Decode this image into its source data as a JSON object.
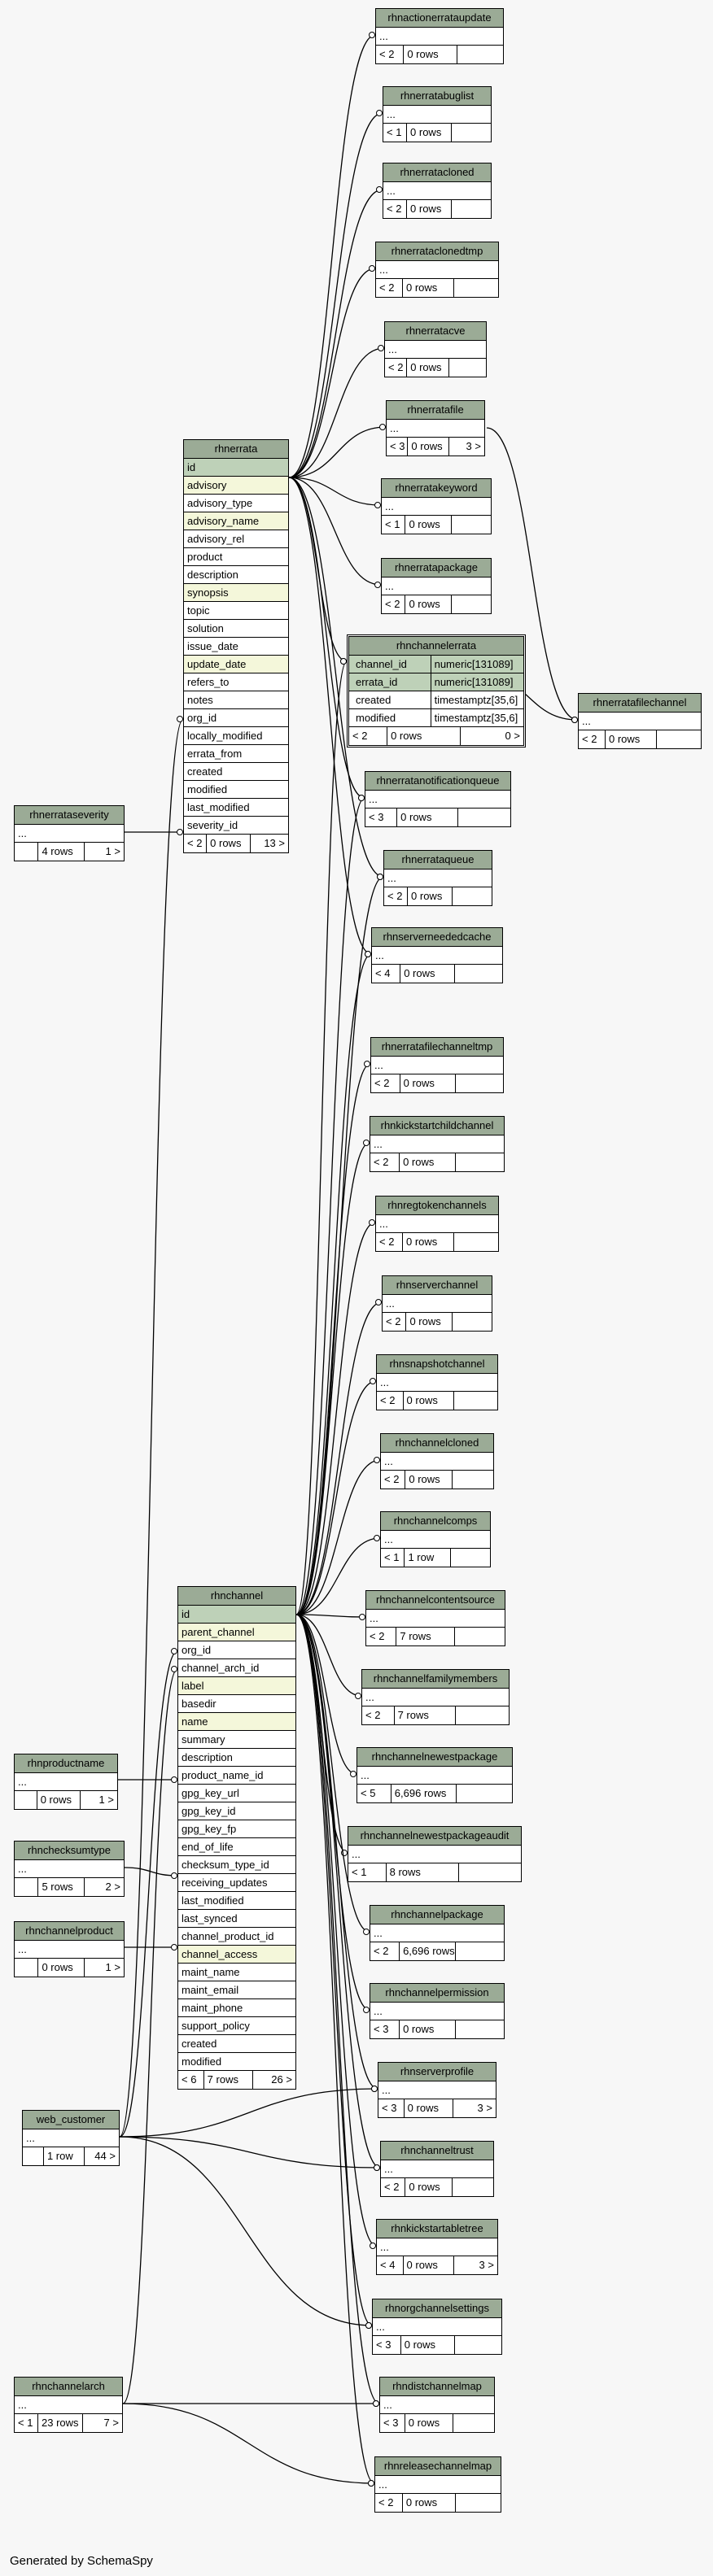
{
  "footer": {
    "generated_by": "Generated by SchemaSpy"
  },
  "tables": {
    "rhnactionerrataupdate": {
      "name": "rhnactionerrataupdate",
      "cols": [
        "..."
      ],
      "stats": [
        "< 2",
        "0 rows",
        ""
      ]
    },
    "rhnerratabuglist": {
      "name": "rhnerratabuglist",
      "cols": [
        "..."
      ],
      "stats": [
        "< 1",
        "0 rows",
        ""
      ]
    },
    "rhnerratacloned": {
      "name": "rhnerratacloned",
      "cols": [
        "..."
      ],
      "stats": [
        "< 2",
        "0 rows",
        ""
      ]
    },
    "rhnerrataclonedtmp": {
      "name": "rhnerrataclonedtmp",
      "cols": [
        "..."
      ],
      "stats": [
        "< 2",
        "0 rows",
        ""
      ]
    },
    "rhnerratacve": {
      "name": "rhnerratacve",
      "cols": [
        "..."
      ],
      "stats": [
        "< 2",
        "0 rows",
        ""
      ]
    },
    "rhnerratafile": {
      "name": "rhnerratafile",
      "cols": [
        "..."
      ],
      "stats": [
        "< 3",
        "0 rows",
        "3 >"
      ]
    },
    "rhnerratakeyword": {
      "name": "rhnerratakeyword",
      "cols": [
        "..."
      ],
      "stats": [
        "< 1",
        "0 rows",
        ""
      ]
    },
    "rhnerratapackage": {
      "name": "rhnerratapackage",
      "cols": [
        "..."
      ],
      "stats": [
        "< 2",
        "0 rows",
        ""
      ]
    },
    "rhnchannelerrata": {
      "name": "rhnchannelerrata",
      "cols": [
        [
          "channel_id",
          "numeric[131089]"
        ],
        [
          "errata_id",
          "numeric[131089]"
        ],
        [
          "created",
          "timestamptz[35,6]"
        ],
        [
          "modified",
          "timestamptz[35,6]"
        ]
      ],
      "stats": [
        "< 2",
        "0 rows",
        "0 >"
      ]
    },
    "rhnerratafilechannel": {
      "name": "rhnerratafilechannel",
      "cols": [
        "..."
      ],
      "stats": [
        "< 2",
        "0 rows",
        ""
      ]
    },
    "rhnerratanotificationqueue": {
      "name": "rhnerratanotificationqueue",
      "cols": [
        "..."
      ],
      "stats": [
        "< 3",
        "0 rows",
        ""
      ]
    },
    "rhnerrataqueue": {
      "name": "rhnerrataqueue",
      "cols": [
        "..."
      ],
      "stats": [
        "< 2",
        "0 rows",
        ""
      ]
    },
    "rhnserverneededcache": {
      "name": "rhnserverneededcache",
      "cols": [
        "..."
      ],
      "stats": [
        "< 4",
        "0 rows",
        ""
      ]
    },
    "rhnerratafilechanneltmp": {
      "name": "rhnerratafilechanneltmp",
      "cols": [
        "..."
      ],
      "stats": [
        "< 2",
        "0 rows",
        ""
      ]
    },
    "rhnkickstartchildchannel": {
      "name": "rhnkickstartchildchannel",
      "cols": [
        "..."
      ],
      "stats": [
        "< 2",
        "0 rows",
        ""
      ]
    },
    "rhnregtokenchannels": {
      "name": "rhnregtokenchannels",
      "cols": [
        "..."
      ],
      "stats": [
        "< 2",
        "0 rows",
        ""
      ]
    },
    "rhnserverchannel": {
      "name": "rhnserverchannel",
      "cols": [
        "..."
      ],
      "stats": [
        "< 2",
        "0 rows",
        ""
      ]
    },
    "rhnsnapshotchannel": {
      "name": "rhnsnapshotchannel",
      "cols": [
        "..."
      ],
      "stats": [
        "< 2",
        "0 rows",
        ""
      ]
    },
    "rhnchannelcloned": {
      "name": "rhnchannelcloned",
      "cols": [
        "..."
      ],
      "stats": [
        "< 2",
        "0 rows",
        ""
      ]
    },
    "rhnchannelcomps": {
      "name": "rhnchannelcomps",
      "cols": [
        "..."
      ],
      "stats": [
        "< 1",
        "1 row",
        ""
      ]
    },
    "rhnchannelcontentsource": {
      "name": "rhnchannelcontentsource",
      "cols": [
        "..."
      ],
      "stats": [
        "< 2",
        "7 rows",
        ""
      ]
    },
    "rhnchannelfamilymembers": {
      "name": "rhnchannelfamilymembers",
      "cols": [
        "..."
      ],
      "stats": [
        "< 2",
        "7 rows",
        ""
      ]
    },
    "rhnchannelnewestpackage": {
      "name": "rhnchannelnewestpackage",
      "cols": [
        "..."
      ],
      "stats": [
        "< 5",
        "6,696 rows",
        ""
      ]
    },
    "rhnchannelnewestpackageaudit": {
      "name": "rhnchannelnewestpackageaudit",
      "cols": [
        "..."
      ],
      "stats": [
        "< 1",
        "8 rows",
        ""
      ]
    },
    "rhnchannelpackage": {
      "name": "rhnchannelpackage",
      "cols": [
        "..."
      ],
      "stats": [
        "< 2",
        "6,696 rows",
        ""
      ]
    },
    "rhnchannelpermission": {
      "name": "rhnchannelpermission",
      "cols": [
        "..."
      ],
      "stats": [
        "< 3",
        "0 rows",
        ""
      ]
    },
    "rhnserverprofile": {
      "name": "rhnserverprofile",
      "cols": [
        "..."
      ],
      "stats": [
        "< 3",
        "0 rows",
        "3 >"
      ]
    },
    "rhnchanneltrust": {
      "name": "rhnchanneltrust",
      "cols": [
        "..."
      ],
      "stats": [
        "< 2",
        "0 rows",
        ""
      ]
    },
    "rhnkickstartabletree": {
      "name": "rhnkickstartabletree",
      "cols": [
        "..."
      ],
      "stats": [
        "< 4",
        "0 rows",
        "3 >"
      ]
    },
    "rhnorgchannelsettings": {
      "name": "rhnorgchannelsettings",
      "cols": [
        "..."
      ],
      "stats": [
        "< 3",
        "0 rows",
        ""
      ]
    },
    "rhndistchannelmap": {
      "name": "rhndistchannelmap",
      "cols": [
        "..."
      ],
      "stats": [
        "< 3",
        "0 rows",
        ""
      ]
    },
    "rhnreleasechannelmap": {
      "name": "rhnreleasechannelmap",
      "cols": [
        "..."
      ],
      "stats": [
        "< 2",
        "0 rows",
        ""
      ]
    },
    "rhnerrataseverity": {
      "name": "rhnerrataseverity",
      "cols": [
        "..."
      ],
      "stats": [
        "",
        "4 rows",
        "1 >"
      ]
    },
    "rhnproductname": {
      "name": "rhnproductname",
      "cols": [
        "..."
      ],
      "stats": [
        "",
        "0 rows",
        "1 >"
      ]
    },
    "rhnchecksumtype": {
      "name": "rhnchecksumtype",
      "cols": [
        "..."
      ],
      "stats": [
        "",
        "5 rows",
        "2 >"
      ]
    },
    "rhnchannelproduct": {
      "name": "rhnchannelproduct",
      "cols": [
        "..."
      ],
      "stats": [
        "",
        "0 rows",
        "1 >"
      ]
    },
    "web_customer": {
      "name": "web_customer",
      "cols": [
        "..."
      ],
      "stats": [
        "",
        "1 row",
        "44 >"
      ]
    },
    "rhnchannelarch": {
      "name": "rhnchannelarch",
      "cols": [
        "..."
      ],
      "stats": [
        "< 1",
        "23 rows",
        "7 >"
      ]
    },
    "rhnerrata": {
      "name": "rhnerrata",
      "cols": [
        "id",
        "advisory",
        "advisory_type",
        "advisory_name",
        "advisory_rel",
        "product",
        "description",
        "synopsis",
        "topic",
        "solution",
        "issue_date",
        "update_date",
        "refers_to",
        "notes",
        "org_id",
        "locally_modified",
        "errata_from",
        "created",
        "modified",
        "last_modified",
        "severity_id"
      ],
      "stats": [
        "< 2",
        "0 rows",
        "13 >"
      ]
    },
    "rhnchannel": {
      "name": "rhnchannel",
      "cols": [
        "id",
        "parent_channel",
        "org_id",
        "channel_arch_id",
        "label",
        "basedir",
        "name",
        "summary",
        "description",
        "product_name_id",
        "gpg_key_url",
        "gpg_key_id",
        "gpg_key_fp",
        "end_of_life",
        "checksum_type_id",
        "receiving_updates",
        "last_modified",
        "last_synced",
        "channel_product_id",
        "channel_access",
        "maint_name",
        "maint_email",
        "maint_phone",
        "support_policy",
        "created",
        "modified"
      ],
      "stats": [
        "< 6",
        "7 rows",
        "26 >"
      ]
    }
  },
  "colors": {
    "header": "#9bab96",
    "primary_key": "#bed1b8",
    "indexed": "#f4f7da",
    "background": "#f7f7f7"
  }
}
